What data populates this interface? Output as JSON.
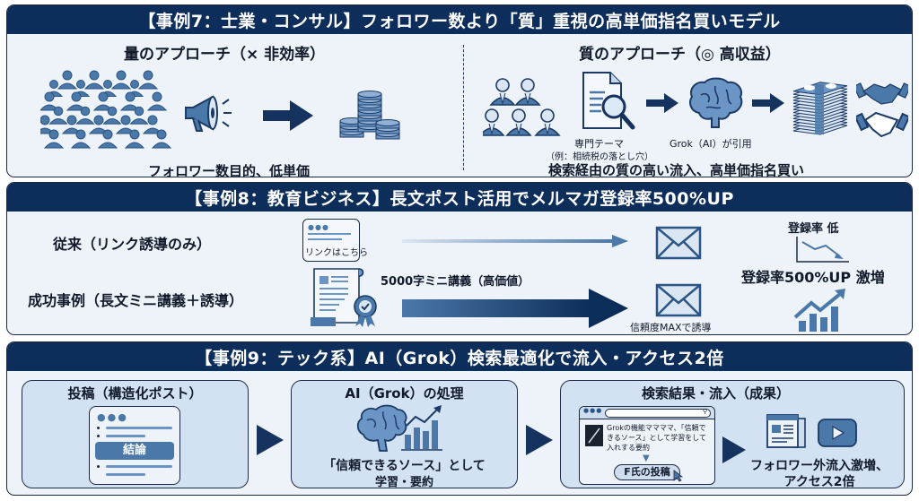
{
  "case7": {
    "title": "【事例7：士業・コンサル】フォロワー数より「質」重視の高単価指名買いモデル",
    "quantity": {
      "heading": "量のアプローチ（× 非効率）",
      "caption": "フォロワー数目的、低単価",
      "icons": [
        "crowd-icon",
        "megaphone-icon",
        "arrow-right-icon",
        "coins-icon"
      ]
    },
    "quality": {
      "heading": "質のアプローチ（◎ 高収益）",
      "theme_label": "専門テーマ",
      "theme_example": "（例：相続税の落とし穴）",
      "ai_label": "Grok（AI）が引用",
      "caption": "検索経由の質の高い流入、高単価指名買い",
      "icons": [
        "professionals-icon",
        "document-search-icon",
        "arrow-right-icon",
        "brain-icon",
        "arrow-right-icon",
        "money-stack-icon",
        "handshake-icon"
      ]
    }
  },
  "case8": {
    "title": "【事例8：教育ビジネス】長文ポスト活用でメルマガ登録率500%UP",
    "conventional": {
      "label": "従来（リンク誘導のみ）",
      "card_text": "リンクはこちら",
      "result_label": "登録率 低"
    },
    "success": {
      "label": "成功事例（長文ミニ講義＋誘導）",
      "arrow_label": "5000字ミニ講義（高価値）",
      "mail_caption": "信頼度MAXで誘導",
      "result_label": "登録率500%UP 激増"
    },
    "metrics": {
      "signup_rate_increase_percent": 500
    }
  },
  "case9": {
    "title": "【事例9：テック系】AI（Grok）検索最適化で流入・アクセス2倍",
    "step1": {
      "heading": "投稿（構造化ポスト）",
      "highlight": "結論"
    },
    "step2": {
      "heading": "AI（Grok）の処理",
      "caption_line1": "「信頼できるソース」として",
      "caption_line2": "学習・要約"
    },
    "step3": {
      "heading": "検索結果・流入（成果）",
      "result_text": "Grokの機能ママママ、「信頼できるソース」として学習をして入れする要約",
      "result_link": "F氏の投稿",
      "caption_line1": "フォロワー外流入激増、",
      "caption_line2": "アクセス2倍"
    }
  },
  "colors": {
    "header_bg": "#0d2d5a",
    "panel_bg": "#eef3f9",
    "sub_box_bg": "#d3e2f2",
    "icon_blue": "#4a78a8",
    "dark_navy": "#15335e"
  }
}
